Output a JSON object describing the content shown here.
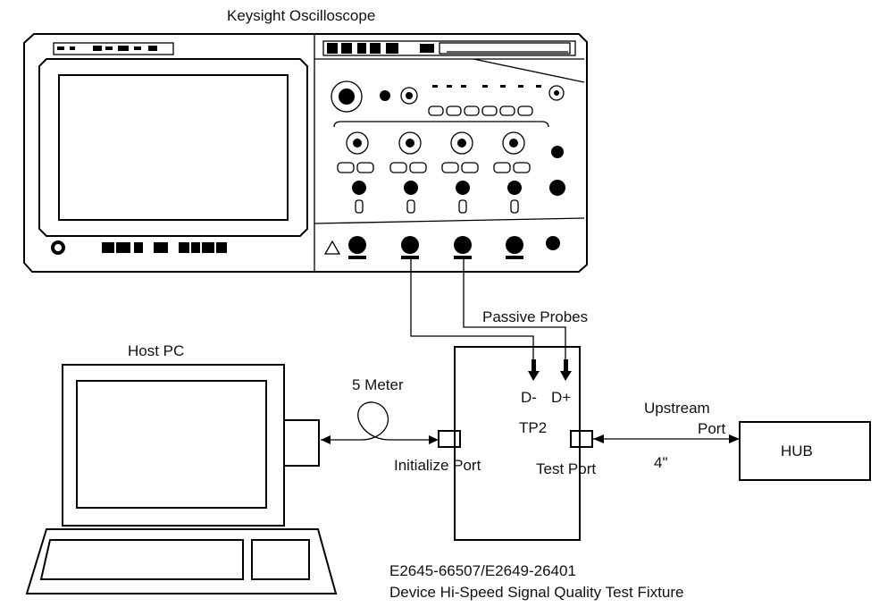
{
  "labels": {
    "oscilloscope": "Keysight Oscilloscope",
    "passive_probes": "Passive Probes",
    "host_pc": "Host PC",
    "cable_length": "5 Meter",
    "d_minus": "D-",
    "d_plus": "D+",
    "test_point": "TP2",
    "upstream": "Upstream",
    "port": "Port",
    "hub": "HUB",
    "initialize_port": "Initialize Port",
    "test_port": "Test Port",
    "short_cable": "4\"",
    "fixture_part_number": "E2645-66507/E2649-26401",
    "fixture_name": "Device Hi-Speed Signal Quality Test Fixture"
  },
  "colors": {
    "line": "#000000",
    "background": "#ffffff"
  },
  "icons": [
    "oscilloscope-icon",
    "host-pc-icon",
    "probe-arrow-icon",
    "connector-icon"
  ]
}
